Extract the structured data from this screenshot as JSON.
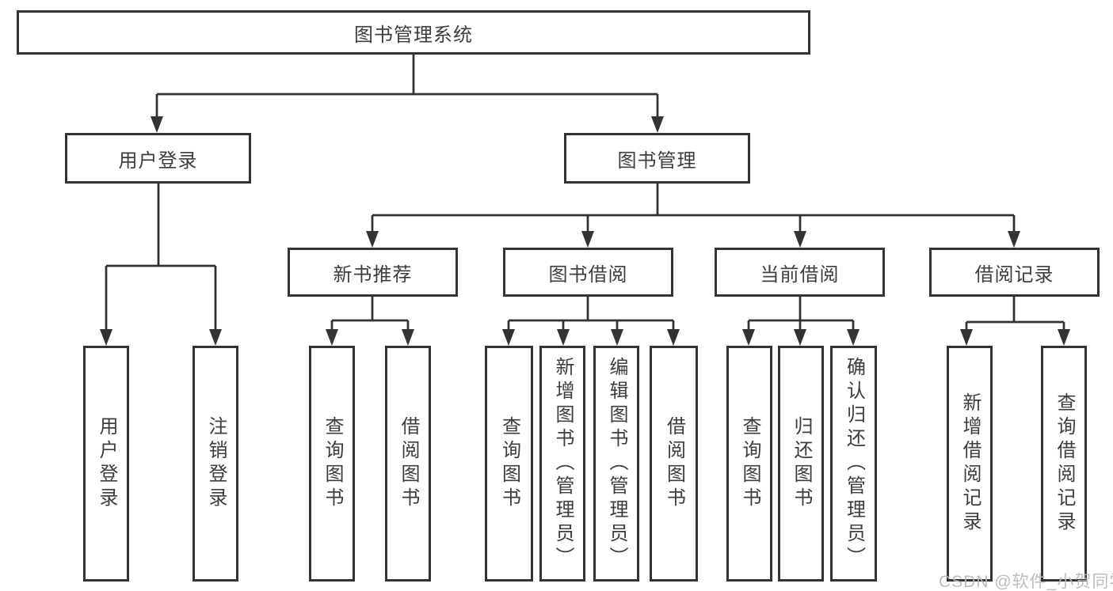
{
  "diagram": {
    "root": "图书管理系统",
    "level2": [
      "用户登录",
      "图书管理"
    ],
    "level3": [
      "新书推荐",
      "图书借阅",
      "当前借阅",
      "借阅记录"
    ],
    "leaves": [
      "用户登录",
      "注销登录",
      "查询图书",
      "借阅图书",
      "查询图书",
      "新增图书（管理员）",
      "编辑图书（管理员）",
      "借阅图书",
      "查询图书",
      "归还图书",
      "确认归还（管理员）",
      "新增借阅记录",
      "查询借阅记录"
    ]
  },
  "watermark": "CSDN @软件_小贺同学",
  "colors": {
    "line": "#333333",
    "text": "#3d3d3d",
    "watermark": "#b9b9b9",
    "background": "#ffffff"
  }
}
